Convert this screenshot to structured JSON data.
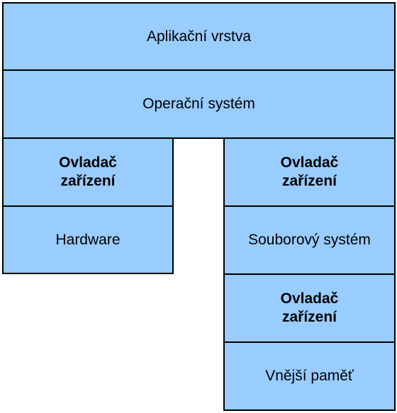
{
  "colors": {
    "box_fill": "#99ccff",
    "box_border": "#000000",
    "text": "#000000"
  },
  "layers": {
    "application_layer": "Aplikační vrstva",
    "operating_system": "Operační systém",
    "left_column": {
      "device_driver": "Ovladač\nzařízení",
      "hardware": "Hardware"
    },
    "right_column": {
      "device_driver_top": "Ovladač\nzařízení",
      "file_system": "Souborový systém",
      "device_driver_bottom": "Ovladač\nzařízení",
      "external_memory": "Vnější paměť"
    }
  }
}
